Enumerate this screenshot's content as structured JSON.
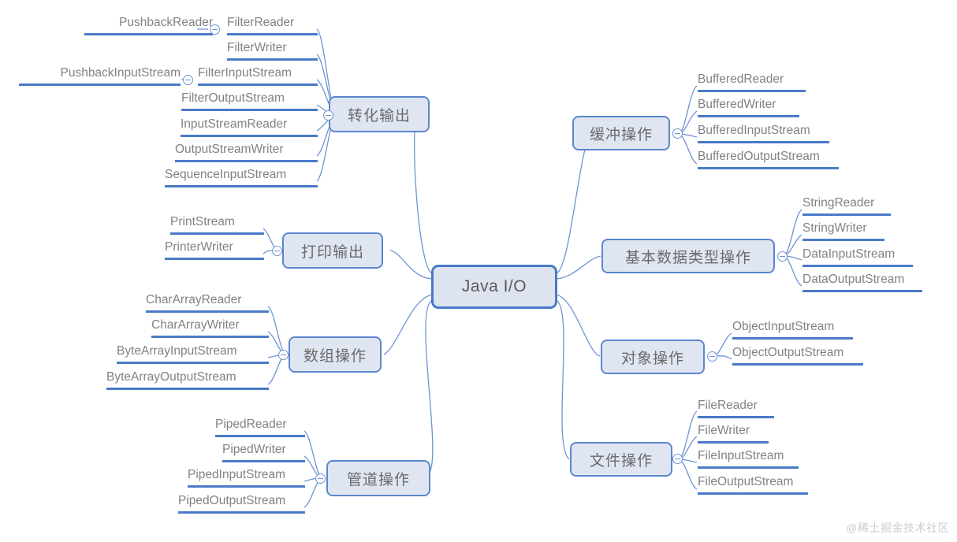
{
  "diagram": {
    "title": "Java I/O",
    "type": "mind-map",
    "colors": {
      "node_fill": "#dfe6f2",
      "node_border": "#5b86cf",
      "root_border": "#4a7ac7",
      "leaf_underline": "#4a7ac7",
      "text": "#808285",
      "background": "#ffffff",
      "watermark": "#cdcdcd"
    }
  },
  "root": {
    "label": "Java I/O"
  },
  "branches": {
    "left": [
      {
        "label": "转化输出",
        "leaves": [
          "FilterReader",
          "FilterWriter",
          "FilterInputStream",
          "FilterOutputStream",
          "InputStreamReader",
          "OutputStreamWriter",
          "SequenceInputStream"
        ],
        "sub_leaves": [
          "PushbackReader",
          "PushbackInputStream"
        ]
      },
      {
        "label": "打印输出",
        "leaves": [
          "PrintStream",
          "PrinterWriter"
        ]
      },
      {
        "label": "数组操作",
        "leaves": [
          "CharArrayReader",
          "CharArrayWriter",
          "ByteArrayInputStream",
          "ByteArrayOutputStream"
        ]
      },
      {
        "label": "管道操作",
        "leaves": [
          "PipedReader",
          "PipedWriter",
          "PipedInputStream",
          "PipedOutputStream"
        ]
      }
    ],
    "right": [
      {
        "label": "缓冲操作",
        "leaves": [
          "BufferedReader",
          "BufferedWriter",
          "BufferedInputStream",
          "BufferedOutputStream"
        ]
      },
      {
        "label": "基本数据类型操作",
        "leaves": [
          "StringReader",
          "StringWriter",
          "DataInputStream",
          "DataOutputStream"
        ]
      },
      {
        "label": "对象操作",
        "leaves": [
          "ObjectInputStream",
          "ObjectOutputStream"
        ]
      },
      {
        "label": "文件操作",
        "leaves": [
          "FileReader",
          "FileWriter",
          "FileInputStream",
          "FileOutputStream"
        ]
      }
    ]
  },
  "watermark": {
    "text": "@稀土掘金技术社区"
  }
}
